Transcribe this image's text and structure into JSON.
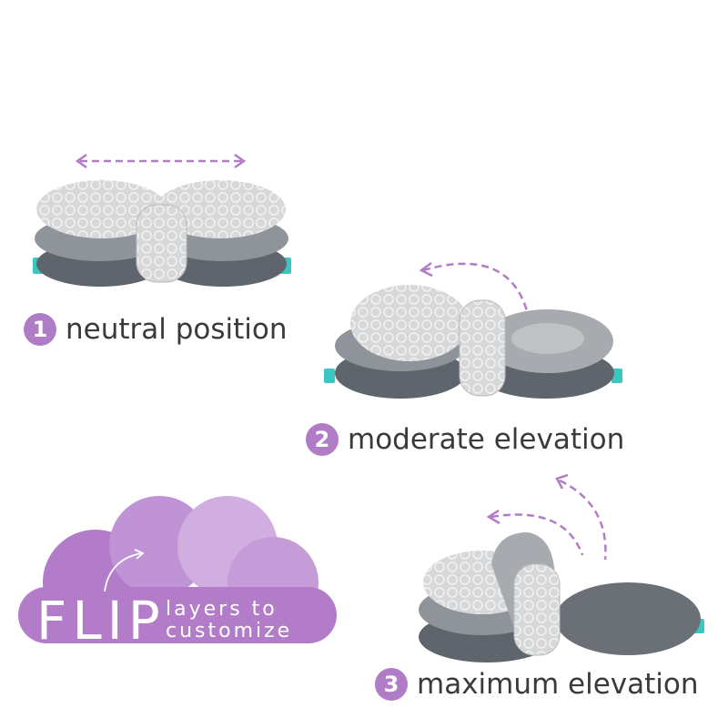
{
  "steps": [
    {
      "number": "1",
      "label": "neutral position"
    },
    {
      "number": "2",
      "label": "moderate elevation"
    },
    {
      "number": "3",
      "label": "maximum elevation"
    }
  ],
  "badge": {
    "big": "FLIP",
    "line1": "layers to",
    "line2": "customize"
  },
  "colors": {
    "accent": "#b07cc6",
    "pillow_dark": "#5f656c",
    "pillow_mid": "#8e9499",
    "pattern": "#cfd1d3",
    "tab": "#3cc6c0"
  }
}
